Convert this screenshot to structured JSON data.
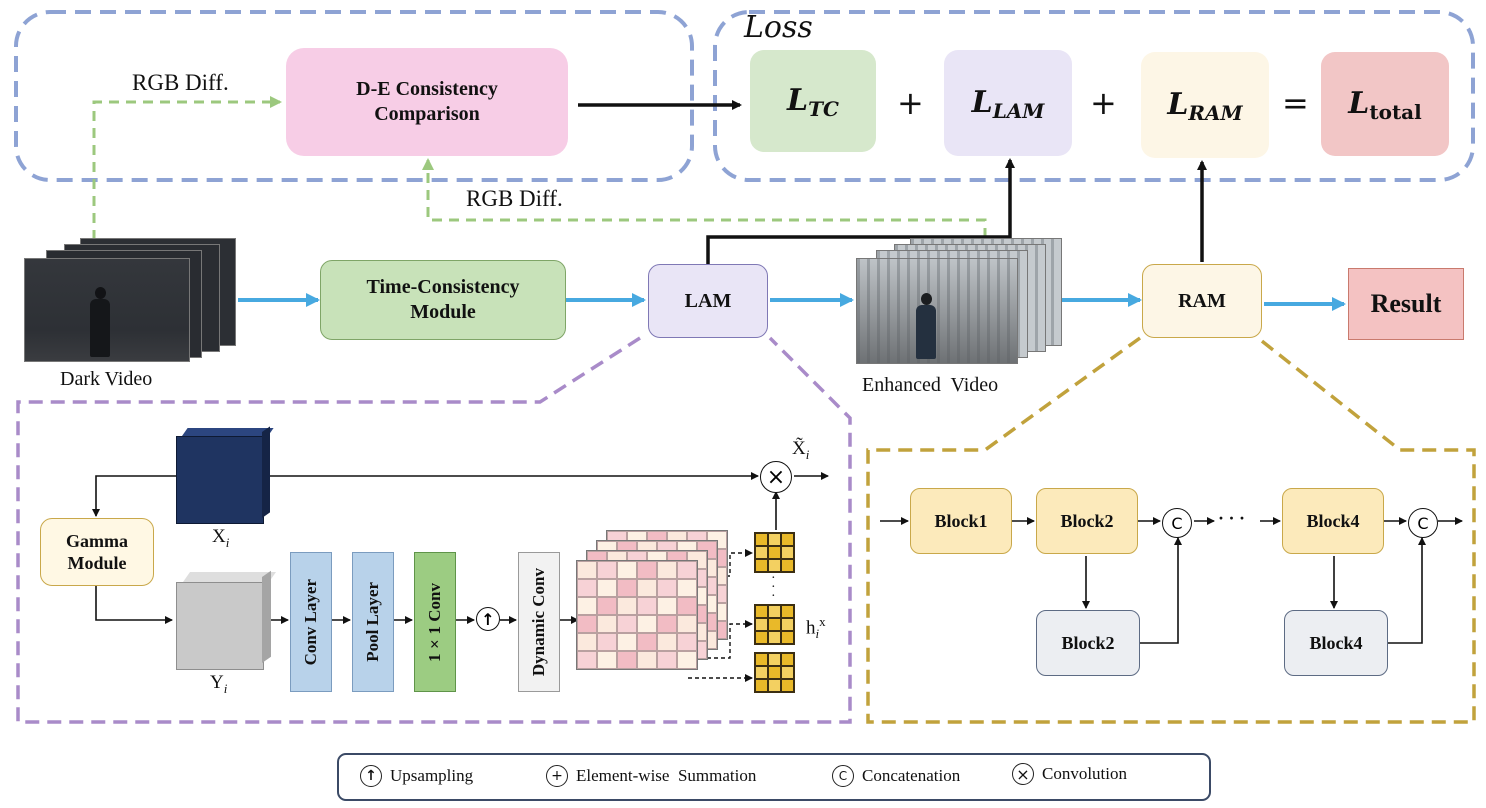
{
  "diagram": {
    "top": {
      "loss_title": "Loss",
      "rgb_diff_top": "RGB Diff.",
      "rgb_diff_bottom": "RGB Diff.",
      "de_consistency": "D-E Consistency\nComparison",
      "loss_terms": {
        "tc": {
          "base": "L",
          "sub": "TC"
        },
        "lam": {
          "base": "L",
          "sub": "LAM"
        },
        "ram": {
          "base": "L",
          "sub": "RAM"
        },
        "total": {
          "base": "L",
          "sub": "total"
        },
        "plus1": "+",
        "plus2": "+",
        "equals": "="
      }
    },
    "pipeline": {
      "dark_video": "Dark Video",
      "time_consistency": "Time-Consistency\nModule",
      "lam": "LAM",
      "enhanced_video": "Enhanced  Video",
      "ram": "RAM",
      "result": "Result"
    },
    "lam_detail": {
      "gamma_module": "Gamma\nModule",
      "x_label": "X",
      "x_sub": "i",
      "y_label": "Y",
      "y_sub": "i",
      "conv_layer": "Conv Layer",
      "pool_layer": "Pool Layer",
      "conv_1x1": "1×1 Conv",
      "dynamic_conv": "Dynamic Conv",
      "x_tilde": "X̃",
      "x_tilde_sub": "i",
      "h_label": "h",
      "h_sub": "i",
      "h_sup": "x",
      "dots": "·\n·\n·"
    },
    "ram_detail": {
      "block1": "Block1",
      "block2_top": "Block2",
      "block2_bottom": "Block2",
      "block4_top": "Block4",
      "block4_bottom": "Block4",
      "concat1": "C",
      "concat2": "C",
      "ellipsis": "· · ·"
    },
    "legend": {
      "upsampling": "Upsampling",
      "summation": "Element-wise  Summation",
      "concatenation": "Concatenation",
      "convolution": "Convolution",
      "upsampling_sym": "↑",
      "summation_sym": "+",
      "concatenation_sym": "C",
      "convolution_sym": "×"
    },
    "colors": {
      "blue_dashed": "#8ea3d4",
      "purple_dashed": "#a98bc9",
      "gold_dashed": "#c1a23c",
      "green_dashed": "#9cc87e",
      "flow_arrow": "#47a9e0",
      "de_fill": "#f7cde6",
      "tc_fill": "#d6e8cc",
      "lam_fill": "#e9e5f6",
      "ram_fill": "#fdf6e6",
      "total_fill": "#f2c6c6",
      "result_fill": "#f4c2c2",
      "time_fill": "#c8e2b9",
      "block_fill": "#fceabb",
      "block_gray": "#eceef2",
      "conv_fill": "#b8d2ea",
      "onexone_fill": "#9ccc82",
      "x_cube": "#1f3461",
      "y_cube": "#c9c9c9",
      "kernel": "#e9b929"
    }
  }
}
